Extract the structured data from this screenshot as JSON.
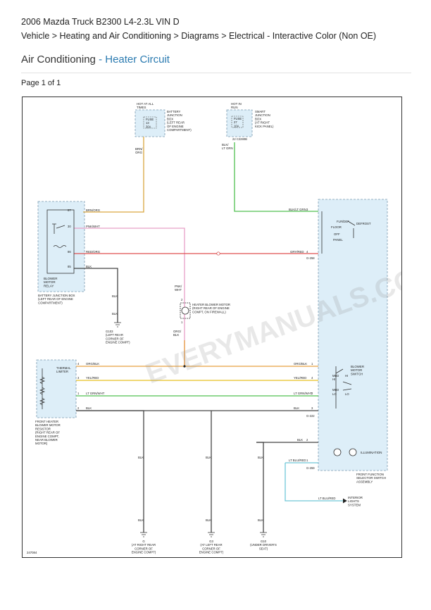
{
  "header": {
    "vehicle": "2006 Mazda Truck B2300 L4-2.3L VIN D",
    "breadcrumb": "Vehicle > Heating and Air Conditioning > Diagrams > Electrical - Interactive Color (Non OE)",
    "title_main": "Air Conditioning",
    "title_sep": " - ",
    "title_sub": "Heater Circuit",
    "page": "Page 1 of 1"
  },
  "watermark": "EVERYMANUALS.COM",
  "colors": {
    "accent": "#2a7ab0",
    "wire_brn_org": "#d9a640",
    "wire_pnk_wht": "#e8a0c8",
    "wire_red_org": "#e05050",
    "wire_org_blk": "#e8a040",
    "wire_yel_red": "#e8c020",
    "wire_ltgrn_wht": "#50c050",
    "wire_blk": "#444444",
    "wire_ltblu_red": "#70c8d8",
    "box_fill": "#ddeef8"
  },
  "diagram": {
    "fuse1": {
      "hot": [
        "HOT AT ALL",
        "TIMES"
      ],
      "fuse": [
        "FUSE",
        "13",
        "30A"
      ],
      "label": [
        "BATTERY",
        "JUNCTION",
        "BOX",
        "(LEFT REAR",
        "OF ENGINE",
        "COMPARTMENT)"
      ]
    },
    "fuse2": {
      "hot": [
        "HOT IN",
        "RUN"
      ],
      "fuse": [
        "FUSE",
        "27",
        "10A"
      ],
      "label": [
        "SMART",
        "JUNCTION",
        "BOX",
        "(AT RIGHT",
        "KICK PANEL)"
      ],
      "conn": "22 C2280B"
    },
    "w_brn_org": [
      "BRN/",
      "ORG"
    ],
    "w_blk_ltgrn": [
      "BLK/",
      "LT GRN"
    ],
    "relay": {
      "pins": [
        "87",
        "30",
        "86",
        "85"
      ],
      "wires": [
        "BRN/ORG",
        "PNK/WHT",
        "RED/ORG",
        "BLK"
      ],
      "label": [
        "BLOWER",
        "MOTOR",
        "RELAY"
      ],
      "box": [
        "BATTERY JUNCTION BOX",
        "(LEFT REAR OF ENGINE",
        "COMPARTMENT)"
      ]
    },
    "w_blk": "BLK",
    "ground_g_relay": [
      "G103",
      "(LEFT REAR",
      "CORNER OF",
      "ENGINE COMPT)"
    ],
    "motor": {
      "wire_top": [
        "PNK/",
        "WHT"
      ],
      "pins": [
        "2",
        "1"
      ],
      "label": [
        "HEATER BLOWER MOTOR",
        "(RIGHT REAR OF ENGINE",
        "COMPT, ON FIREWALL)"
      ],
      "wire_bot": [
        "ORG/",
        "BLK"
      ]
    },
    "switch_box": {
      "pins_top": [
        "3",
        "4"
      ],
      "wires_top": [
        "BLK/LT GRN",
        "GRY/RED"
      ],
      "modes": [
        "FLR/DEF",
        "FLOOR",
        "DEFROST",
        "OFF",
        "PANEL"
      ],
      "conn_a": "G-258",
      "conn_b": "G-222",
      "conn_c": "G-259"
    },
    "resistor": {
      "wires": [
        "ORG/BLK",
        "YEL/RED",
        "LT GRN/WHT",
        "BLK"
      ],
      "pins": [
        "4",
        "3",
        "1",
        "2"
      ],
      "thermal": [
        "THERMAL",
        "LIMITER"
      ],
      "label": [
        "FRONT HEATER",
        "BLOWER MOTOR",
        "RESISTOR",
        "(RIGHT REAR OF",
        "ENGINE COMPT,",
        "NEAR BLOWER",
        "MOTOR)"
      ]
    },
    "blower_switch": {
      "pins": [
        "1",
        "4",
        "2",
        "3"
      ],
      "wires": [
        "ORG/BLK",
        "YEL/RED",
        "LT GRN/WHT",
        "BLK"
      ],
      "label": [
        "BLOWER",
        "MOTOR",
        "SWITCH"
      ],
      "speeds": [
        "MED",
        "HI",
        "HI",
        "MED",
        "LO",
        "LO"
      ]
    },
    "illum": {
      "pins": [
        "2",
        "1"
      ],
      "wires": [
        "BLK",
        "LT BLU/RED"
      ],
      "label": "ILLUMINATION"
    },
    "selector_label": [
      "FRONT FUNCTION",
      "SELECTOR SWITCH",
      "ASSEMBLY"
    ],
    "w_ltblu_red": "LT BLU/RED",
    "interior": [
      "INTERIOR",
      "LIGHTS",
      "SYSTEM"
    ],
    "grounds": [
      {
        "lines": [
          "G",
          "(AT RIGHT REAR",
          "CORNER OF",
          "ENGINE COMPT)"
        ]
      },
      {
        "lines": [
          "G3",
          "(AT LEFT REAR",
          "CORNER OF",
          "ENGINE COMPT)"
        ]
      },
      {
        "lines": [
          "G10",
          "(UNDER DRIVER'S",
          "SEAT)"
        ]
      }
    ],
    "code": "247084"
  }
}
